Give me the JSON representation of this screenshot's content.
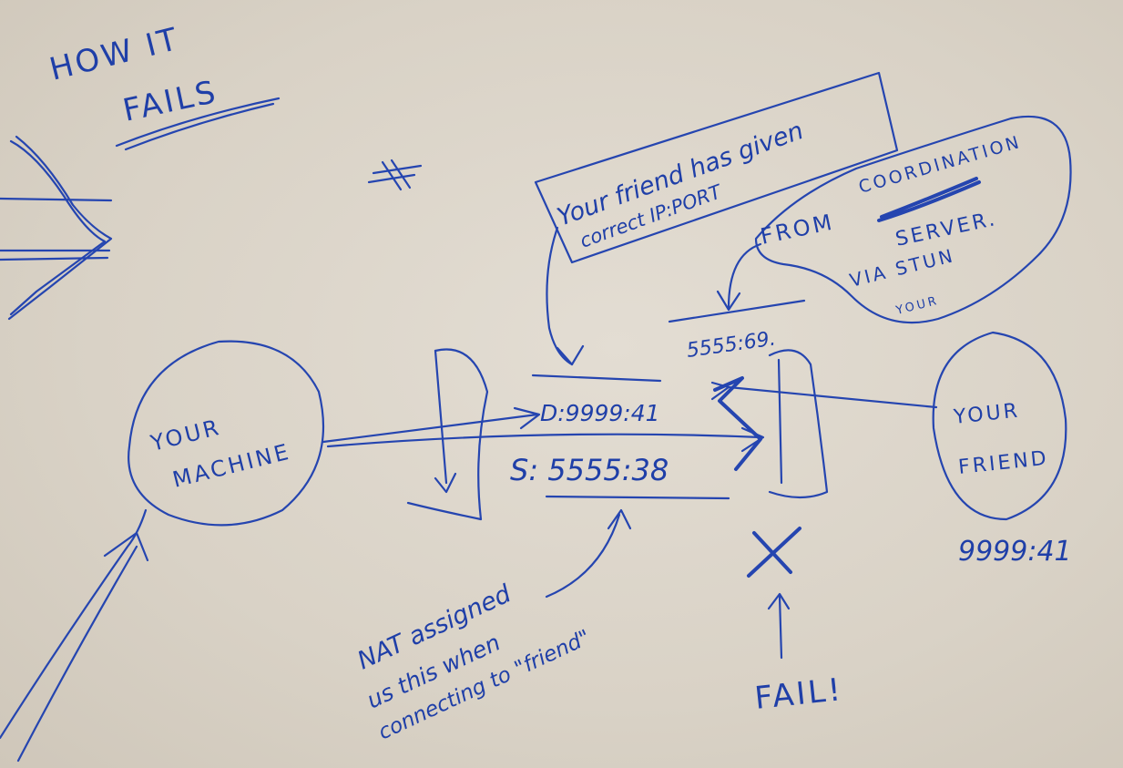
{
  "title": [
    "HOW IT",
    "FAILS"
  ],
  "callout": [
    "Your friend has given",
    "correct IP:PORT"
  ],
  "cloud": [
    "COORDINATION",
    "FROM",
    "SERVER.",
    "VIA STUN",
    "YOUR"
  ],
  "nodes": {
    "machine": [
      "YOUR",
      "MACHINE"
    ],
    "friend": [
      "YOUR",
      "FRIEND"
    ],
    "friend_address": "9999:41"
  },
  "packet": {
    "stun_address": "5555:69.",
    "destination": "D:9999:41",
    "source": "S: 5555:38"
  },
  "nat_note": [
    "NAT assigned",
    "us this when",
    "connecting to \"friend\""
  ],
  "fail_label": "FAIL!",
  "colors": {
    "ink": "#1f3fa8",
    "paper": "#dcd6cc"
  }
}
